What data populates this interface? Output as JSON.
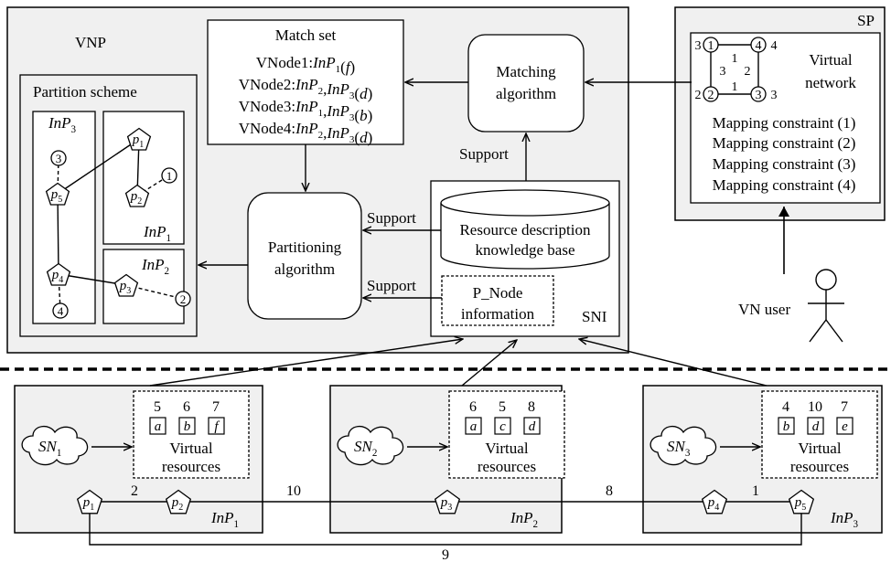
{
  "vnp": {
    "label": "VNP",
    "match_set": {
      "title": "Match set",
      "rows": [
        {
          "vnode": "VNode1:",
          "inp": "InP",
          "sub": "1",
          "arg": "(f)",
          "parts": [
            [
              "InP",
              "1",
              "(",
              false
            ],
            [
              "f",
              null,
              ")",
              true
            ]
          ]
        },
        {
          "vnode": "VNode2:"
        },
        {
          "vnode": "VNode3:"
        },
        {
          "vnode": "VNode4:"
        }
      ]
    },
    "matching_algorithm": [
      "Matching",
      "algorithm"
    ],
    "support_label": "Support",
    "partitioning_algorithm": [
      "Partitioning",
      "algorithm"
    ],
    "partition_scheme": {
      "title": "Partition scheme",
      "inp1": {
        "name": "InP",
        "sub": "1"
      },
      "inp2": {
        "name": "InP",
        "sub": "2"
      },
      "inp3": {
        "name": "InP",
        "sub": "3"
      }
    },
    "sni": {
      "label": "SNI",
      "knowledge_base": [
        "Resource description",
        "knowledge base"
      ],
      "pnode_info": [
        "P_Node",
        "information"
      ]
    }
  },
  "sp": {
    "label": "SP",
    "virtual_network": [
      "Virtual",
      "network"
    ],
    "constraints": [
      "Mapping constraint (1)",
      "Mapping constraint (2)",
      "Mapping constraint (3)",
      "Mapping constraint (4)"
    ],
    "vnet_nodes": [
      "1",
      "2",
      "3",
      "4"
    ],
    "vnet_node_weights": [
      "3",
      "2",
      "3",
      "4"
    ],
    "vnet_edge_weights": [
      "1",
      "3",
      "2",
      "1"
    ]
  },
  "vn_user": "VN user",
  "infrastructure": {
    "virtual_resources_label": [
      "Virtual",
      "resources"
    ],
    "inps": [
      {
        "sn": "SN",
        "sn_sub": "1",
        "inp": "InP",
        "inp_sub": "1",
        "resources": [
          {
            "value": "5",
            "name": "a"
          },
          {
            "value": "6",
            "name": "b"
          },
          {
            "value": "7",
            "name": "f"
          }
        ]
      },
      {
        "sn": "SN",
        "sn_sub": "2",
        "inp": "InP",
        "inp_sub": "2",
        "resources": [
          {
            "value": "6",
            "name": "a"
          },
          {
            "value": "5",
            "name": "c"
          },
          {
            "value": "8",
            "name": "d"
          }
        ]
      },
      {
        "sn": "SN",
        "sn_sub": "3",
        "inp": "InP",
        "inp_sub": "3",
        "resources": [
          {
            "value": "4",
            "name": "b"
          },
          {
            "value": "10",
            "name": "d"
          },
          {
            "value": "7",
            "name": "e"
          }
        ]
      }
    ],
    "pnodes": [
      {
        "p": "p",
        "sub": "1"
      },
      {
        "p": "p",
        "sub": "2"
      },
      {
        "p": "p",
        "sub": "3"
      },
      {
        "p": "p",
        "sub": "4"
      },
      {
        "p": "p",
        "sub": "5"
      }
    ],
    "link_weights": {
      "p1_p2": "2",
      "p2_p3": "10",
      "p3_p4": "8",
      "p4_p5": "1",
      "p1_p5": "9"
    }
  },
  "match_text": [
    [
      "VNode1:",
      "InP",
      "1",
      "(",
      "f",
      ")"
    ],
    [
      "VNode2:",
      "InP",
      "2",
      ",",
      "InP",
      "3",
      "(",
      "d",
      ")"
    ],
    [
      "VNode3:",
      "InP",
      "1",
      ",",
      "InP",
      "3",
      "(",
      "b",
      ")"
    ],
    [
      "VNode4:",
      "InP",
      "2",
      ",",
      "InP",
      "3",
      "(",
      "d",
      ")"
    ]
  ],
  "partition_nodes": {
    "p": "p",
    "subs": [
      "1",
      "2",
      "3",
      "4",
      "5"
    ],
    "vnodes": [
      "1",
      "2",
      "3",
      "4"
    ]
  }
}
